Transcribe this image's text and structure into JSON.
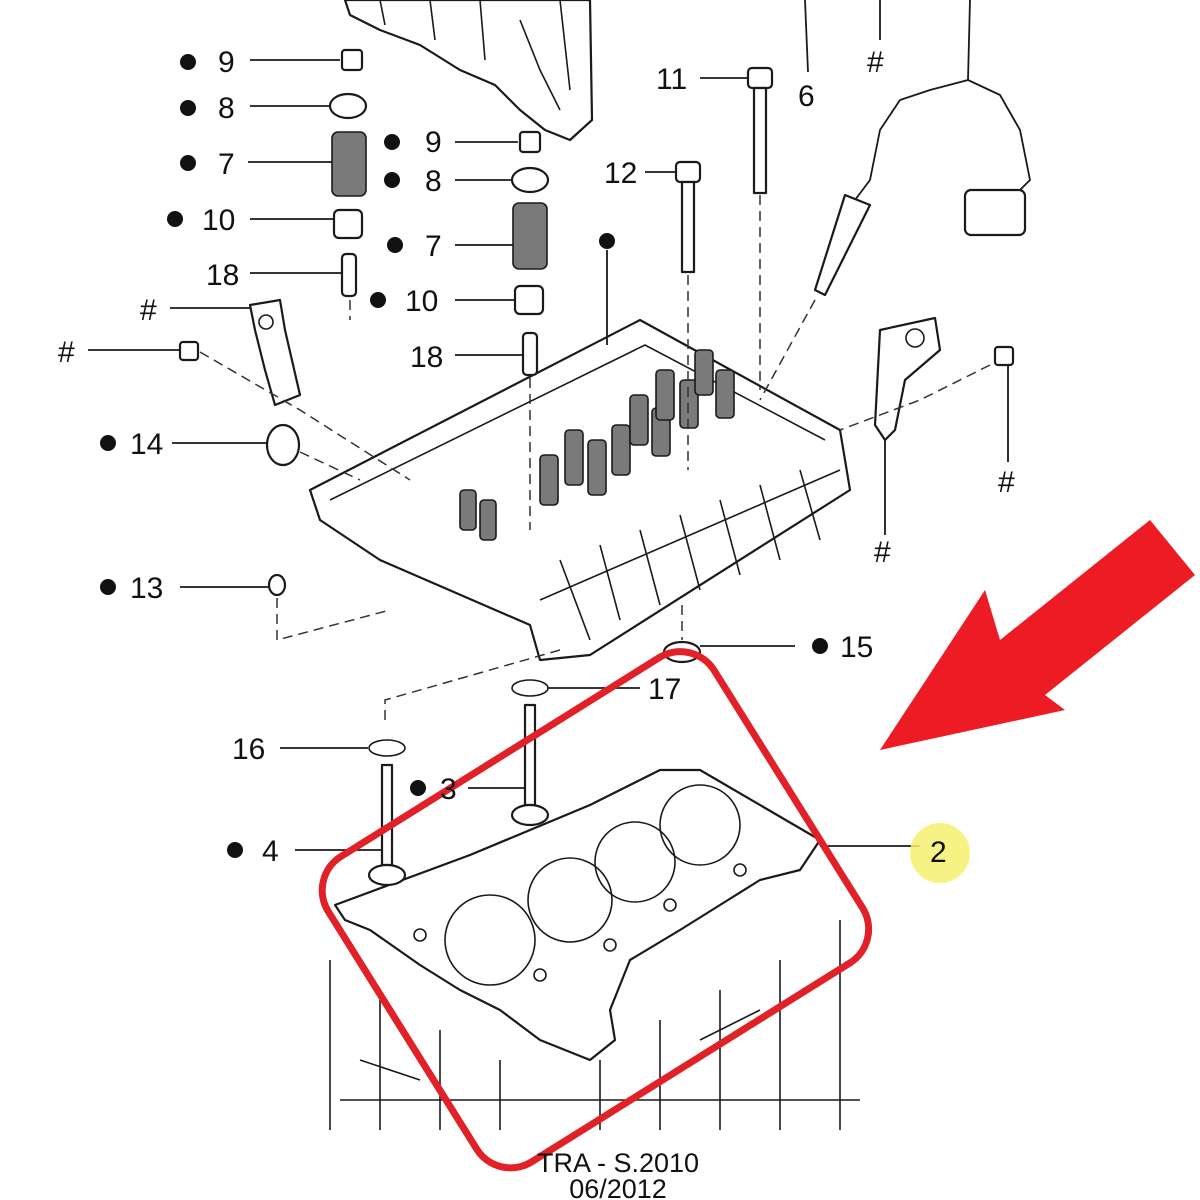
{
  "diagram": {
    "callouts": {
      "c9a": "9",
      "c8a": "8",
      "c7a": "7",
      "c10a": "10",
      "c18a": "18",
      "c9b": "9",
      "c8b": "8",
      "c7b": "7",
      "c10b": "10",
      "c18b": "18",
      "c11": "11",
      "c12": "12",
      "c6": "6",
      "hash_top": "#",
      "hash_l1": "#",
      "hash_l2": "#",
      "hash_r1": "#",
      "hash_r2": "#",
      "c14": "14",
      "c13": "13",
      "c15": "15",
      "c17": "17",
      "c16": "16",
      "c3": "3",
      "c4": "4",
      "c2": "2"
    },
    "footer": {
      "line1": "TRA - S.2010",
      "line2": "06/2012"
    }
  },
  "colors": {
    "highlight_red": "#e02127",
    "arrow_red": "#ed1c24",
    "marker_yellow": "#f5f06e",
    "line": "#1a1a1a"
  }
}
